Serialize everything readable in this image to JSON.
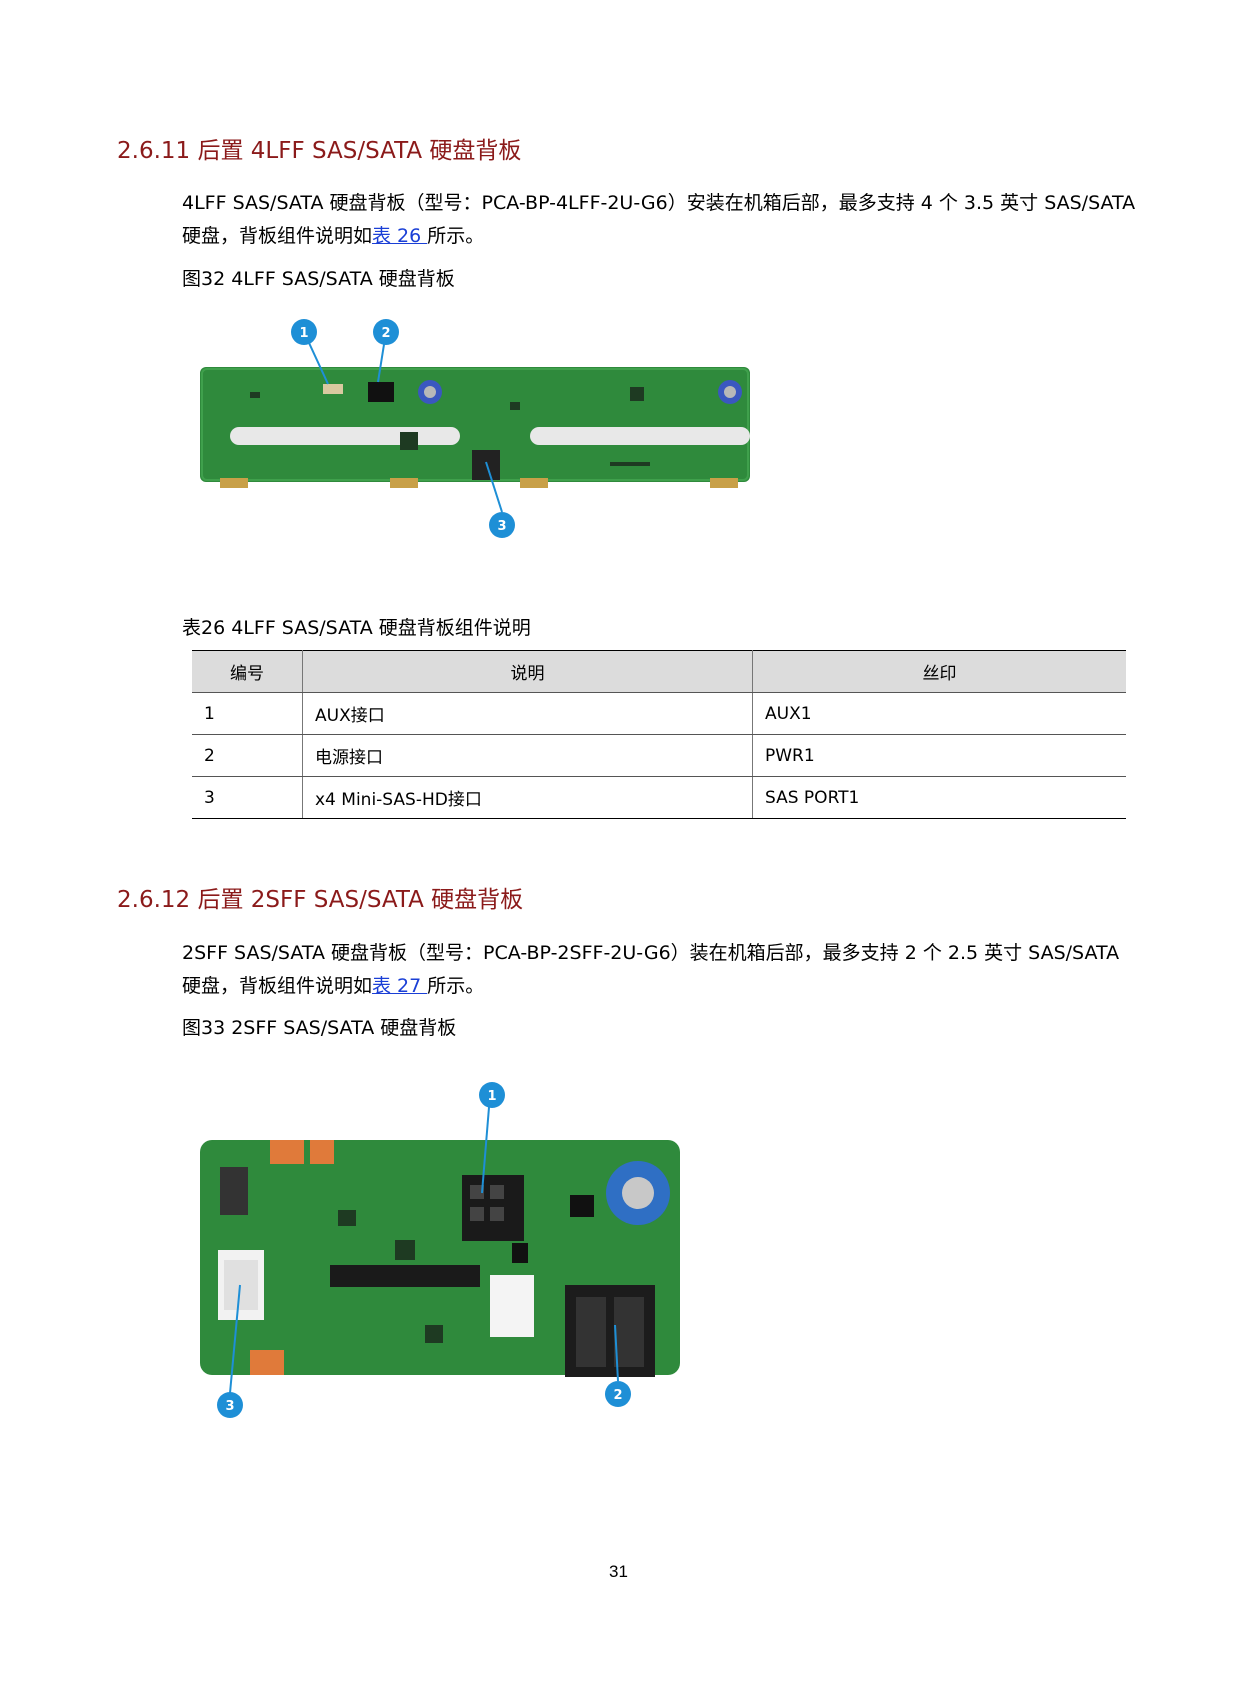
{
  "sections": [
    {
      "heading": "2.6.11  后置 4LFF SAS/SATA 硬盘背板",
      "para_before_link": "4LFF SAS/SATA 硬盘背板（型号：PCA-BP-4LFF-2U-G6）安装在机箱后部，最多支持 4 个 3.5 英寸 SAS/SATA 硬盘，背板组件说明如",
      "link": "表 26 ",
      "para_after_link": "所示。",
      "figure_caption": "图32 4LFF SAS/SATA 硬盘背板",
      "callouts": [
        "1",
        "2",
        "3"
      ],
      "table_caption": "表26 4LFF SAS/SATA 硬盘背板组件说明"
    },
    {
      "heading": "2.6.12  后置 2SFF SAS/SATA 硬盘背板",
      "para_before_link": "2SFF SAS/SATA 硬盘背板（型号：PCA-BP-2SFF-2U-G6）装在机箱后部，最多支持 2 个 2.5 英寸 SAS/SATA 硬盘，背板组件说明如",
      "link": "表 27 ",
      "para_after_link": "所示。",
      "figure_caption": "图33 2SFF SAS/SATA 硬盘背板",
      "callouts": [
        "1",
        "2",
        "3"
      ]
    }
  ],
  "table": {
    "headers": [
      "编号",
      "说明",
      "丝印"
    ],
    "rows": [
      [
        "1",
        "AUX接口",
        "AUX1"
      ],
      [
        "2",
        "电源接口",
        "PWR1"
      ],
      [
        "3",
        "x4 Mini-SAS-HD接口",
        "SAS PORT1"
      ]
    ]
  },
  "page_number": "31",
  "colors": {
    "heading": "#8b1a1a",
    "pcb": "#2f8a3c",
    "callout": "#1e8fd6",
    "link": "#1a3fd6",
    "table_header_bg": "#dcdcdc"
  }
}
